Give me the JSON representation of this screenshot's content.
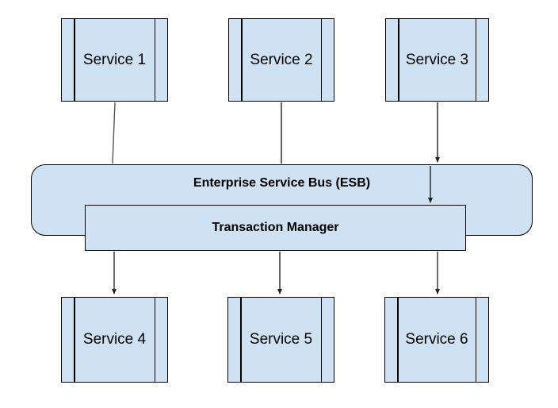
{
  "nodes": {
    "service1": {
      "label": "Service 1"
    },
    "service2": {
      "label": "Service 2"
    },
    "service3": {
      "label": "Service 3"
    },
    "esb": {
      "label": "Enterprise Service Bus (ESB)"
    },
    "transaction_manager": {
      "label": "Transaction Manager"
    },
    "service4": {
      "label": "Service 4"
    },
    "service5": {
      "label": "Service 5"
    },
    "service6": {
      "label": "Service 6"
    }
  },
  "edges": [
    {
      "from": "service1",
      "to": "esb",
      "arrowhead": false
    },
    {
      "from": "service2",
      "to": "esb",
      "arrowhead": false
    },
    {
      "from": "service3",
      "to": "esb",
      "arrowhead": true
    },
    {
      "from": "esb",
      "to": "transaction_manager",
      "arrowhead": true
    },
    {
      "from": "transaction_manager",
      "to": "service4",
      "arrowhead": true
    },
    {
      "from": "transaction_manager",
      "to": "service5",
      "arrowhead": true
    },
    {
      "from": "transaction_manager",
      "to": "service6",
      "arrowhead": true
    }
  ],
  "colors": {
    "node_fill": "#cfe2f3",
    "node_border": "#000000",
    "connector": "#222222",
    "text": "#000000",
    "background": "#ffffff"
  }
}
